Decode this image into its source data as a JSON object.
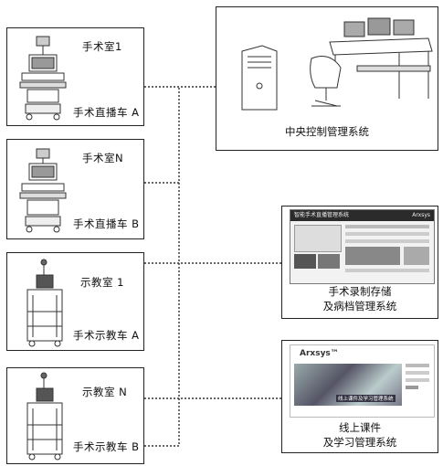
{
  "left_boxes": [
    {
      "room": "手术室1",
      "cart": "手术直播车 A",
      "cart_icon": "live-surgery-cart-icon"
    },
    {
      "room": "手术室N",
      "cart": "手术直播车 B",
      "cart_icon": "live-surgery-cart-icon"
    },
    {
      "room": "示教室 1",
      "cart": "手术示教车 A",
      "cart_icon": "teaching-cart-icon"
    },
    {
      "room": "示教室 N",
      "cart": "手术示教车 B",
      "cart_icon": "teaching-cart-icon"
    }
  ],
  "right_boxes": [
    {
      "line1": "中央控制管理系统",
      "line2": "",
      "icon": "control-workstation-icon"
    },
    {
      "line1": "手术录制存储",
      "line2": "及病档管理系统",
      "icon": "recording-system-screenshot",
      "screenshot": {
        "title": "智能手术直播管理系统",
        "brand": "Arxsys"
      }
    },
    {
      "line1": "线上课件",
      "line2": "及学习管理系统",
      "icon": "courseware-system-screenshot",
      "screenshot": {
        "brand": "Arxsys™",
        "banner": "线上课件及学习管理系统"
      }
    }
  ]
}
